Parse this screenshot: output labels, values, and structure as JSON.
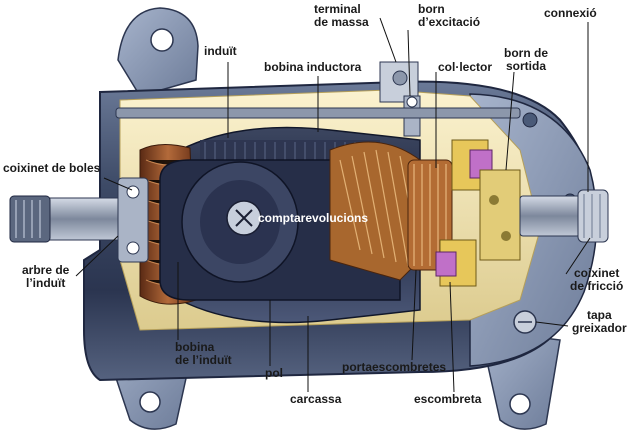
{
  "labels": {
    "induit": "induït",
    "bobina_inductora": "bobina inductora",
    "terminal_de_massa": [
      "terminal",
      "de massa"
    ],
    "born_excitacio": [
      "born",
      "d’excitació"
    ],
    "connexio": "connexió",
    "col_lector": "col·lector",
    "born_de_sortida": [
      "born de",
      "sortida"
    ],
    "coixinet_de_boles": "coixinet de boles",
    "comptarevolucions": "comptarevolucions",
    "arbre_de_induit": [
      "arbre de",
      "l’induït"
    ],
    "coixinet_de_friccio": [
      "coixinet",
      "de fricció"
    ],
    "tapa_greixador": [
      "tapa",
      "greixador"
    ],
    "bobina_de_induit": [
      "bobina",
      "de l’induït"
    ],
    "pol": "pol",
    "portaescombretes": "portaescombretes",
    "carcassa": "carcassa",
    "escombreta": "escombreta"
  },
  "colors": {
    "housing_blue": "#4a5a78",
    "housing_light": "#8fa0be",
    "cream": "#f2e6b8",
    "copper": "#8a4a26",
    "brush_pink": "#c070c8",
    "shaft_steel": "#9aa6b8"
  }
}
